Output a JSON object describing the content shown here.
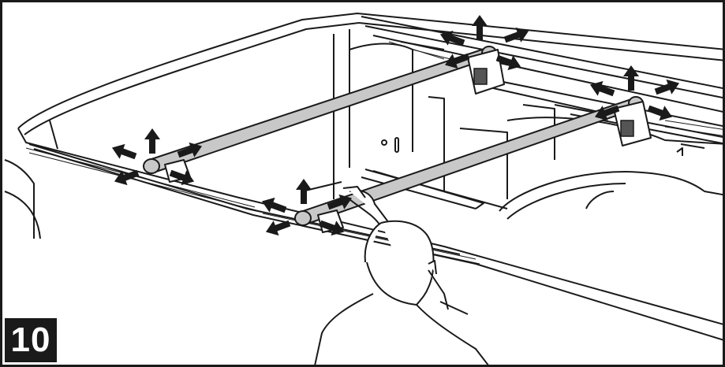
{
  "step": {
    "number": "10"
  },
  "colors": {
    "line": "#1a1a1a",
    "bar_fill": "#c8c8c8",
    "arrow_fill": "#1a1a1a",
    "badge_bg": "#1a1a1a",
    "badge_text": "#ffffff"
  },
  "icons": [
    "double-arrow-icon",
    "up-arrow-icon",
    "diagonal-arrow-icon",
    "crossbar",
    "clamp-bracket",
    "person"
  ]
}
